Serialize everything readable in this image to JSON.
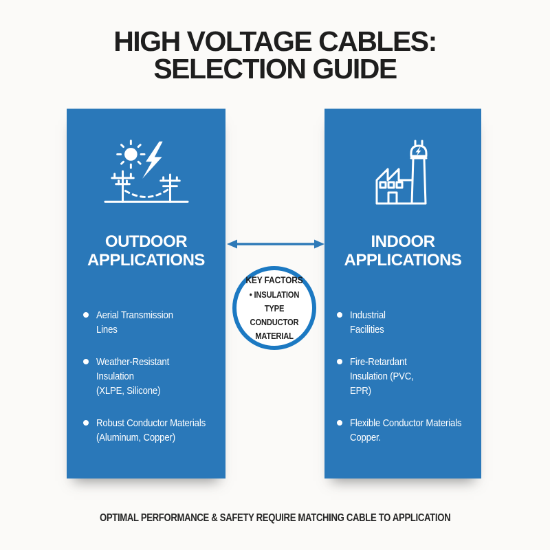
{
  "colors": {
    "panel_blue": "#2A78B9",
    "ring_blue": "#1C79C2",
    "arrow_blue": "#2E7AB8",
    "text_dark": "#1E1E1E",
    "panel_text": "#FFFFFF",
    "background": "#FBFAF8"
  },
  "title": {
    "lines": [
      "HIGH VOLTAGE CABLES:",
      "SELECTION GUIDE"
    ]
  },
  "outdoor_panel": {
    "icon": "sun-lightning-transmission-poles-icon",
    "heading_lines": [
      "OUTDOOR",
      "APPLICATIONS"
    ],
    "bullets": [
      {
        "lines": [
          "Aerial Transmission",
          "Lines"
        ]
      },
      {
        "lines": [
          "Weather-Resistant",
          "Insulation",
          "(XLPE, Silicone)"
        ]
      },
      {
        "lines": [
          "Robust Conductor Materials",
          "(Aluminum, Copper)"
        ]
      }
    ]
  },
  "indoor_panel": {
    "icon": "factory-power-plug-icon",
    "heading_lines": [
      "INDOOR",
      "APPLICATIONS"
    ],
    "bullets": [
      {
        "lines": [
          "Industrial",
          "Facilities"
        ]
      },
      {
        "lines": [
          "Fire-Retardant",
          "Insulation (PVC,",
          "EPR)"
        ]
      },
      {
        "lines": [
          "Flexible Conductor Materials",
          "Copper."
        ]
      }
    ]
  },
  "connector": {
    "icon": "double-headed-arrow-icon"
  },
  "key_factors": {
    "title": "KEY FACTORS",
    "lines": [
      "• INSULATION TYPE",
      "CONDUCTOR",
      "MATERIAL"
    ]
  },
  "footer": {
    "text": "OPTIMAL PERFORMANCE & SAFETY REQUIRE MATCHING CABLE TO APPLICATION"
  }
}
